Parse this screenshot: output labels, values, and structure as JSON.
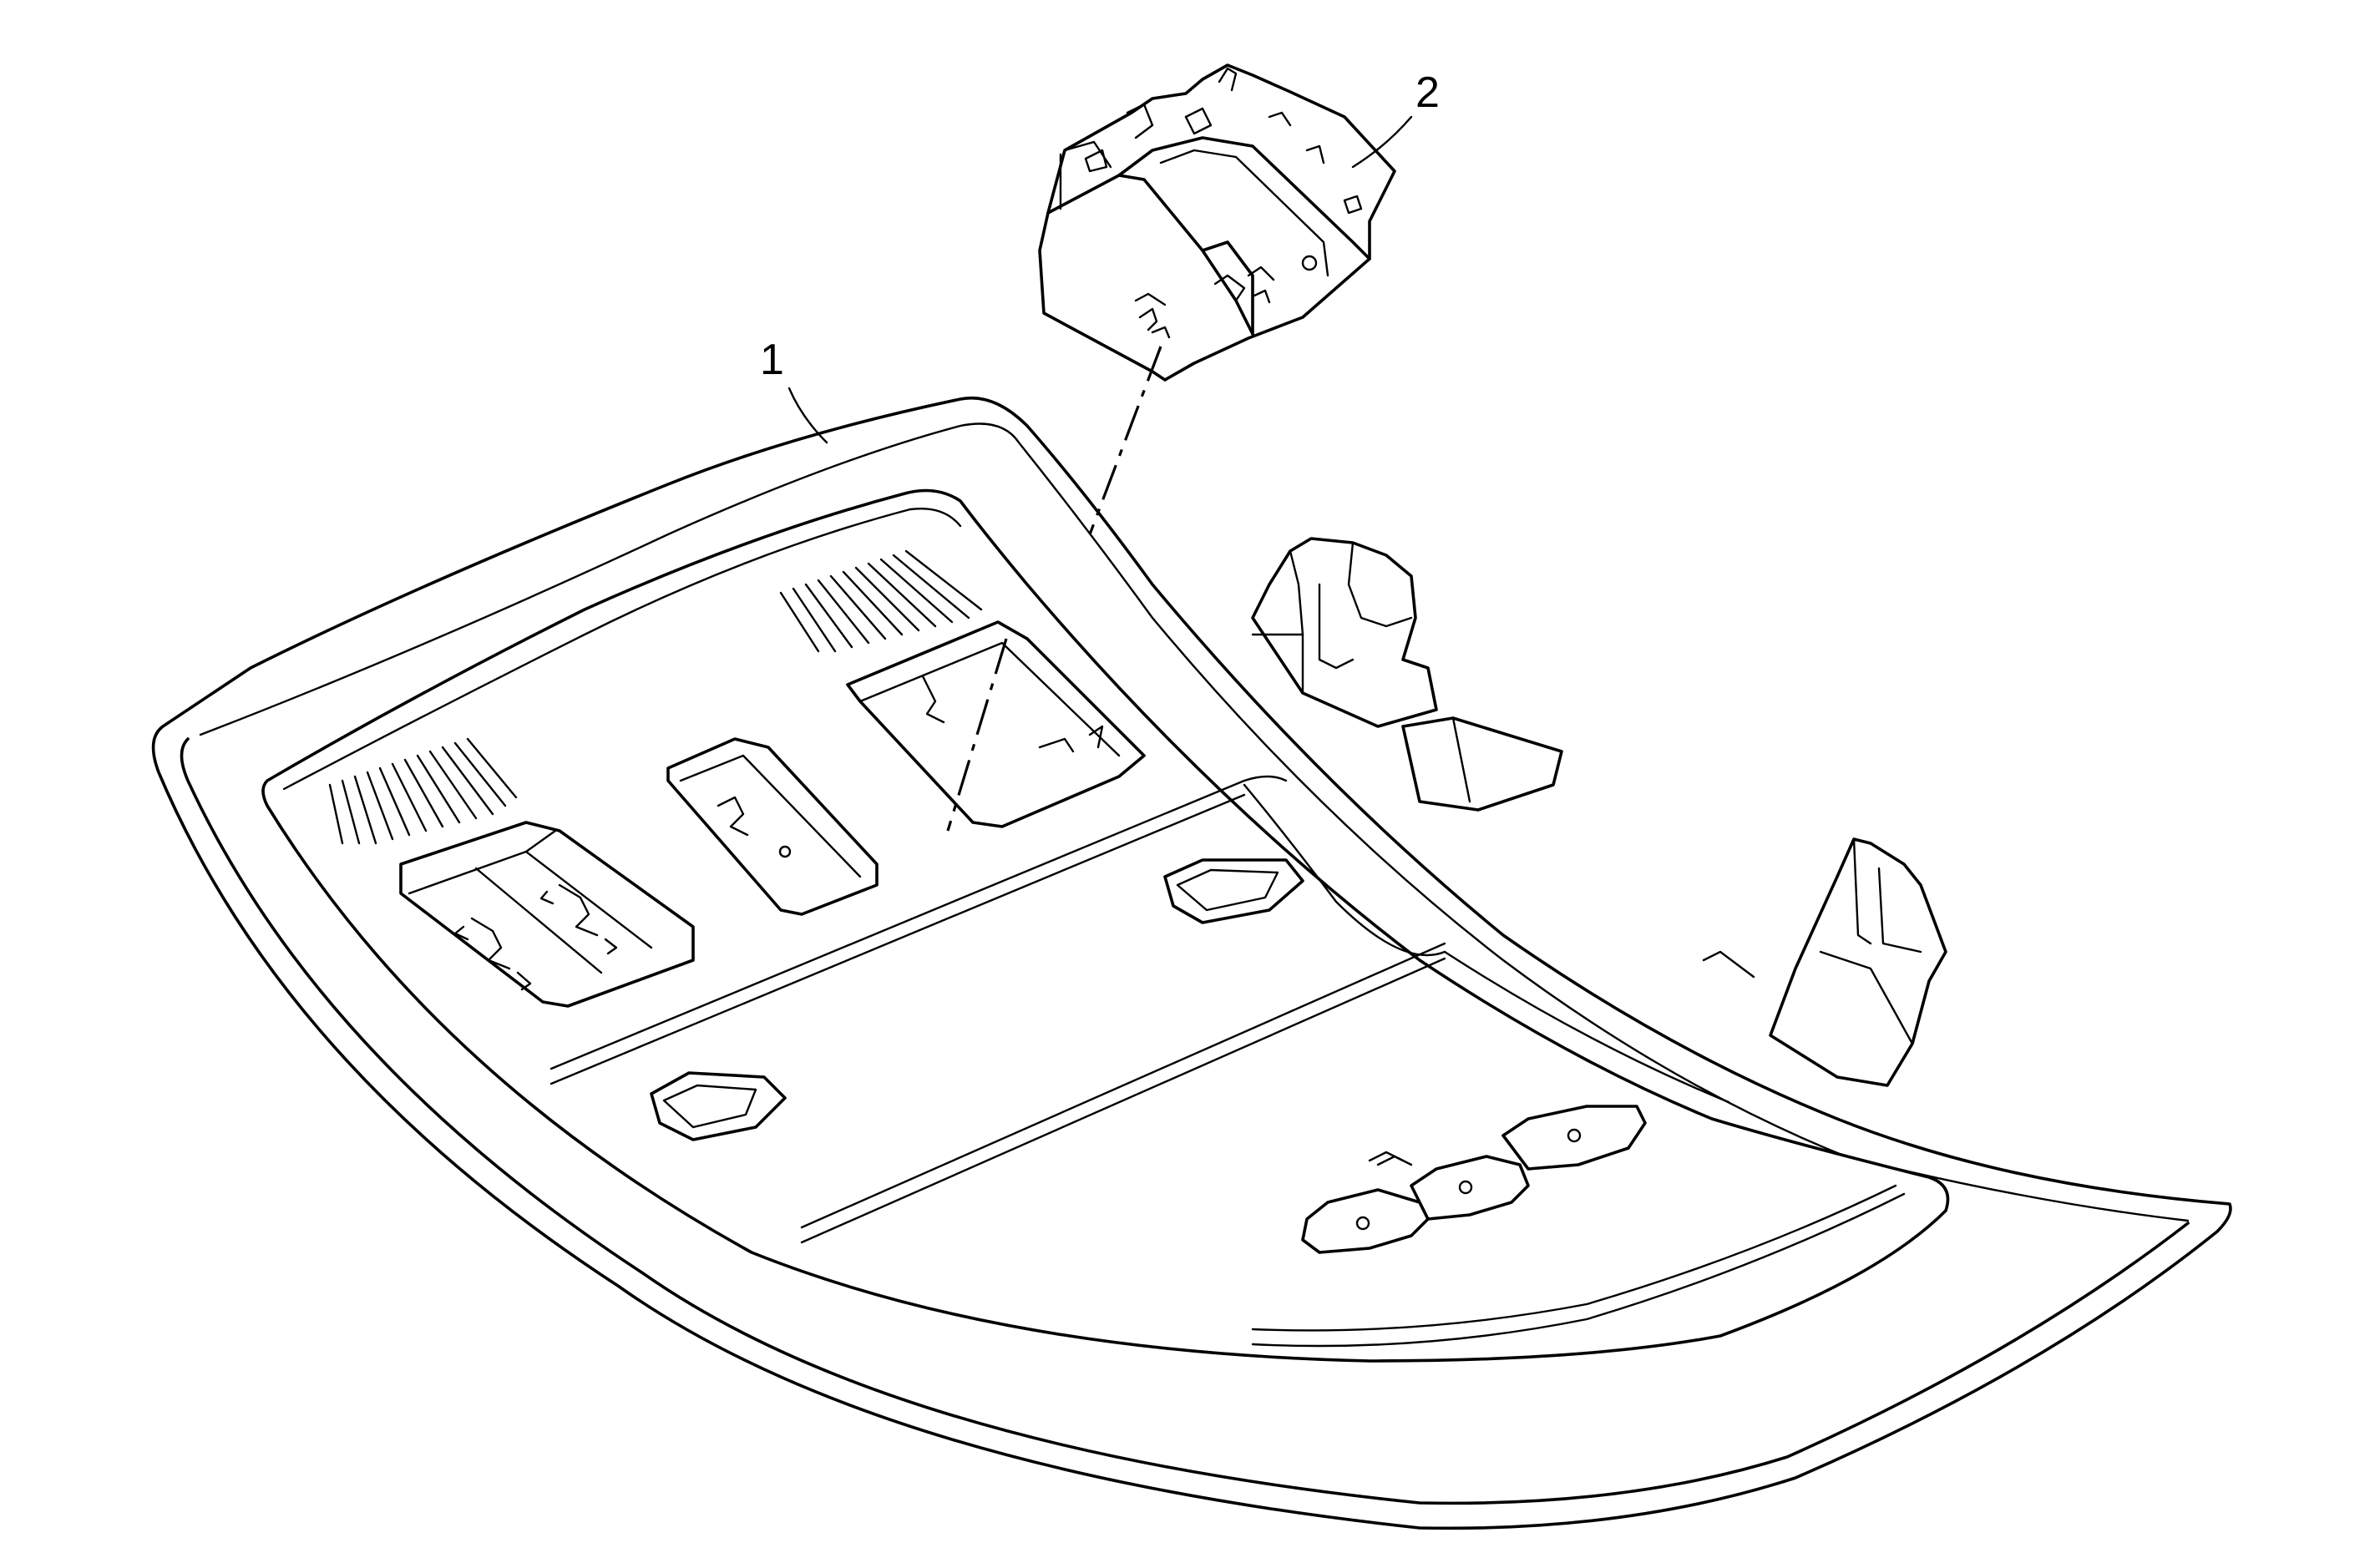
{
  "callouts": [
    {
      "id": "1",
      "label": "1"
    },
    {
      "id": "2",
      "label": "2"
    }
  ],
  "colors": {
    "stroke": "#000000",
    "background": "#ffffff"
  }
}
